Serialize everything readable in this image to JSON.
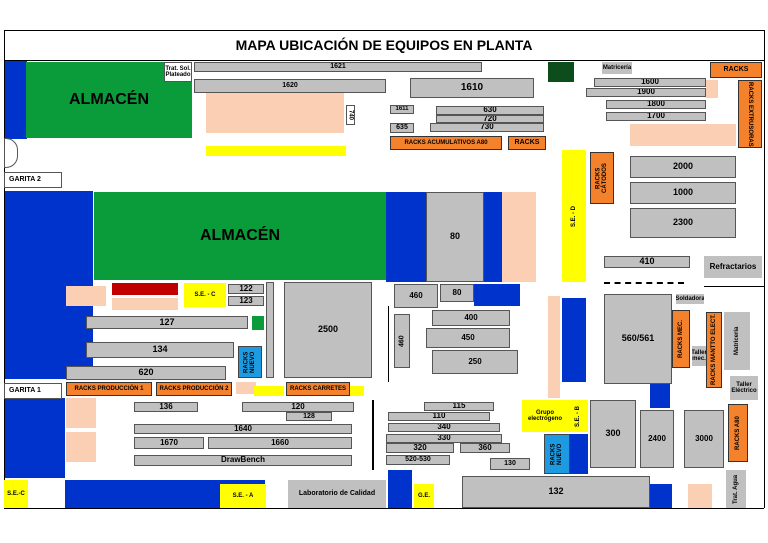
{
  "title": "MAPA UBICACIÓN DE EQUIPOS EN PLANTA",
  "labels": {
    "almacen_1": "ALMACÉN",
    "almacen_2": "ALMACÉN",
    "trat_sol_plateado": "Trat. Sol. Plateado",
    "m1621": "1621",
    "m1620": "1620",
    "m1610": "1610",
    "m1611": "1611",
    "m630": "630",
    "m720": "720",
    "m730": "730",
    "m635": "635",
    "m740": "740",
    "racks_acumulativos": "RACKS ACUMULATIVOS A80",
    "racks_small": "RACKS",
    "matriceria": "Matricería",
    "racks_top": "RACKS",
    "m1600": "1600",
    "m1900": "1900",
    "m1800": "1800",
    "m1700": "1700",
    "racks_extrusoras": "RACKS EXTRUSORAS",
    "racks_catodos": "RACKS CÁTODOS",
    "se_d": "S.E. - D",
    "m2000": "2000",
    "m1000": "1000",
    "m2300": "2300",
    "m410": "410",
    "refractarios": "Refractarios",
    "garita_2": "GARITA 2",
    "garita_1": "GARITA 1",
    "m80": "80",
    "m80b": "80",
    "m460": "460",
    "se_c": "S.E. - C",
    "m122": "122",
    "m123": "123",
    "m127": "127",
    "m2500": "2500",
    "m400": "400",
    "m450": "450",
    "m460v": "460",
    "m250": "250",
    "m134": "134",
    "racks_nuevo": "RACKS NUEVO",
    "m620": "620",
    "m560_561": "560/561",
    "soldadora": "Soldadora",
    "racks_mec": "RACKS MEC.",
    "racks_mantto_elect": "RACKS MANTTO ELECT.",
    "matriceria_v": "Matricería",
    "taller_mec": "Taller mec.",
    "taller_electrico": "Taller Eléctrico",
    "racks_produccion_1": "RACKS PRODUCCIÓN 1",
    "racks_produccion_2": "RACKS PRODUCCIÓN 2",
    "racks_carretes": "RACKS CARRETES",
    "m136": "136",
    "m120": "120",
    "m128": "128",
    "m115": "115",
    "m110": "110",
    "m340": "340",
    "m330": "330",
    "m320": "320",
    "m360": "360",
    "m520_530": "520-530",
    "m130": "130",
    "grupo_electrogeno": "Grupo electrógeno",
    "se_b": "S.E. - B",
    "racks_nuevo_2": "RACKS NUEVO",
    "m300": "300",
    "m2400": "2400",
    "m3000": "3000",
    "racks_a80": "RACKS A80",
    "m1640": "1640",
    "m1670": "1670",
    "m1660": "1660",
    "drawbench": "DrawBench",
    "sec": "S.E.-C",
    "se_a": "S.E. - A",
    "laboratorio": "Laboratorio de Calidad",
    "ge": "G.E.",
    "m132": "132",
    "trat_agua": "Trat. Agua"
  }
}
